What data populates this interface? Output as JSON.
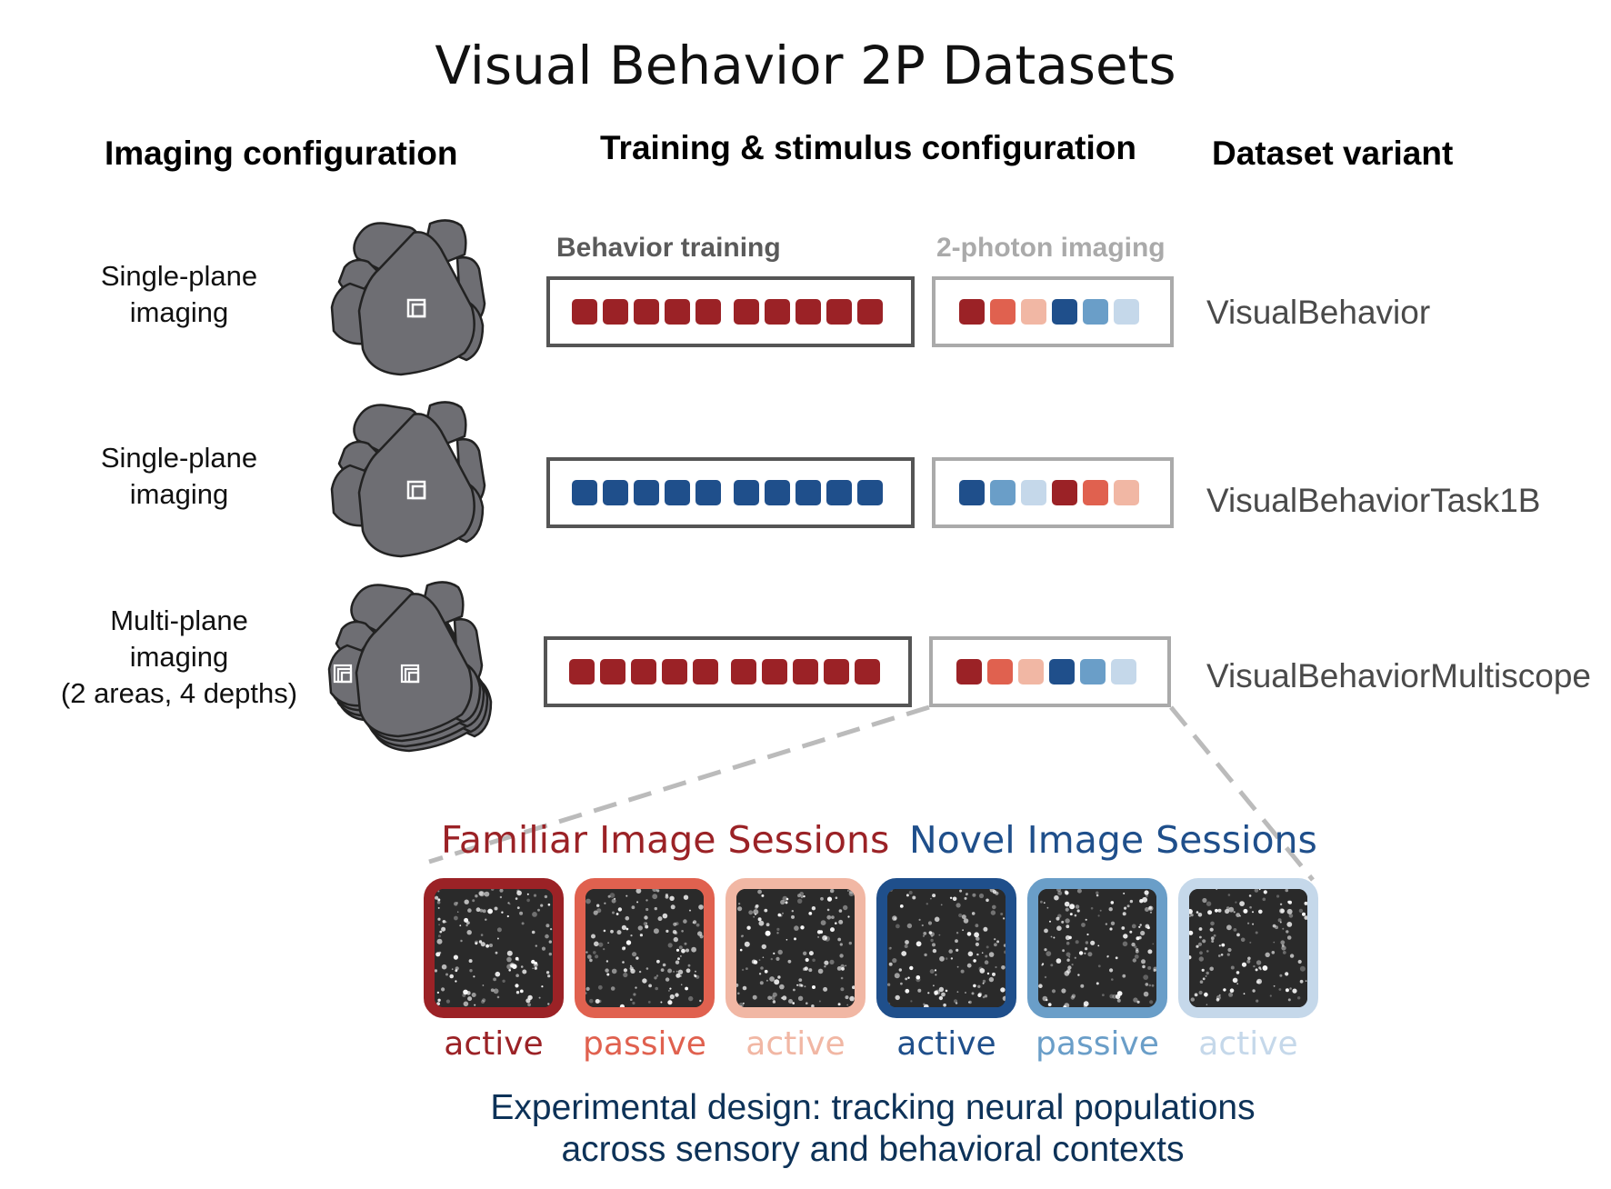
{
  "title": "Visual Behavior 2P Datasets",
  "column_headers": {
    "imaging": "Imaging configuration",
    "training": "Training & stimulus configuration",
    "variant": "Dataset variant"
  },
  "sub_headers": {
    "behavior_training": "Behavior training",
    "two_photon": "2-photon imaging"
  },
  "rows": [
    {
      "label_lines": [
        "Single-plane",
        "imaging"
      ],
      "training_color": "#9b2226",
      "imaging_colors": [
        "#9b2226",
        "#e0614f",
        "#f1b7a4",
        "#1f4f8b",
        "#6a9ec8",
        "#c5d8ea"
      ],
      "variant": "VisualBehavior",
      "planes": 1
    },
    {
      "label_lines": [
        "Single-plane",
        "imaging"
      ],
      "training_color": "#1f4f8b",
      "imaging_colors": [
        "#1f4f8b",
        "#6a9ec8",
        "#c5d8ea",
        "#9b2226",
        "#e0614f",
        "#f1b7a4"
      ],
      "variant": "VisualBehaviorTask1B",
      "planes": 1
    },
    {
      "label_lines": [
        "Multi-plane",
        "imaging",
        "(2 areas, 4 depths)"
      ],
      "training_color": "#9b2226",
      "imaging_colors": [
        "#9b2226",
        "#e0614f",
        "#f1b7a4",
        "#1f4f8b",
        "#6a9ec8",
        "#c5d8ea"
      ],
      "variant": "VisualBehaviorMultiscope",
      "planes": 4
    }
  ],
  "sessions": {
    "familiar_title": "Familiar Image Sessions",
    "novel_title": "Novel Image Sessions",
    "familiar_color": "#9b2226",
    "novel_color": "#1f4f8b",
    "tiles": [
      {
        "label": "active",
        "color": "#9b2226"
      },
      {
        "label": "passive",
        "color": "#e0614f"
      },
      {
        "label": "active",
        "color": "#f1b7a4"
      },
      {
        "label": "active",
        "color": "#1f4f8b"
      },
      {
        "label": "passive",
        "color": "#6a9ec8"
      },
      {
        "label": "active",
        "color": "#c5d8ea"
      }
    ]
  },
  "caption_lines": [
    "Experimental design: tracking neural populations",
    "across sensory and behavioral contexts"
  ]
}
